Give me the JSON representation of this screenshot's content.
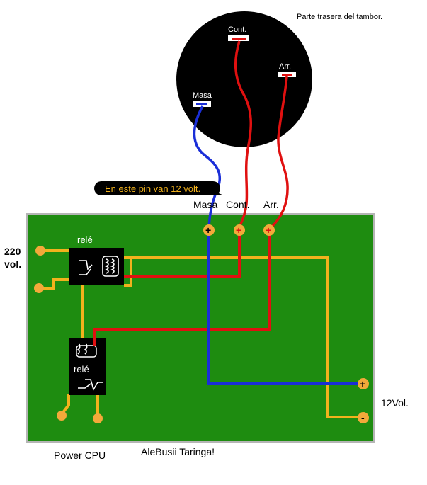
{
  "drum": {
    "caption": "Parte trasera del tambor.",
    "pin_masa": "Masa",
    "pin_cont": "Cont.",
    "pin_arr": "Arr."
  },
  "callout": {
    "text": "En este pin van 12 volt."
  },
  "board": {
    "label_masa": "Masa",
    "label_cont": "Cont.",
    "label_arr": "Arr.",
    "relay_top": "relé",
    "relay_bottom": "relé",
    "plus_sign": "+",
    "minus_sign": "-"
  },
  "labels": {
    "v220_line1": "220",
    "v220_line2": "vol.",
    "v12": "12Vol.",
    "power_cpu": "Power CPU",
    "author": "AleBusii Taringa!"
  },
  "colors": {
    "board": "#1e8c10",
    "trace_yellow": "#f2b21d",
    "wire_red": "#e01010",
    "wire_blue": "#1a2ed8",
    "pad": "#f3a93a",
    "drum": "#000000"
  }
}
